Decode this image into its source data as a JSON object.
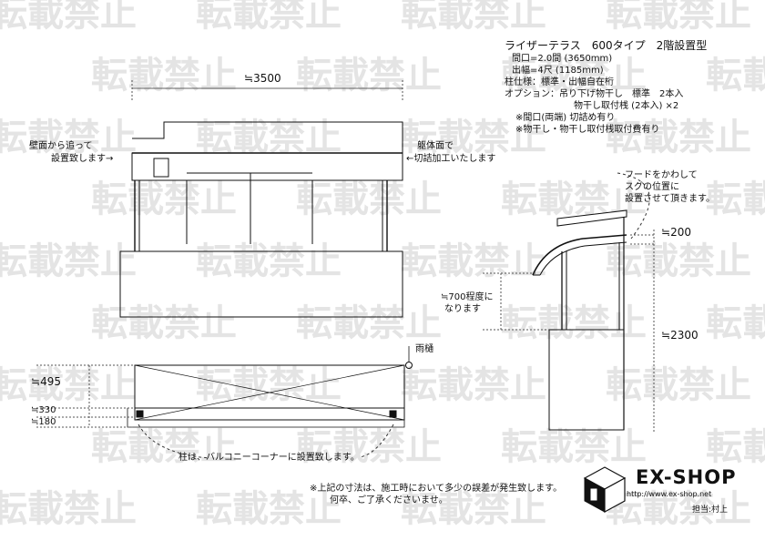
{
  "watermark": {
    "text": "転載禁止"
  },
  "spec": {
    "title": "ライザーテラス　600タイプ　2階設置型",
    "lines": [
      "間口=2.0間 (3650mm)",
      "出幅=4尺 (1185mm)",
      "柱仕様：標準・出幅自在桁",
      "オプション：吊り下げ物干し　標準　2本入",
      "物干し取付桟 (2本入) ×2",
      "※間口(両端) 切詰め有り",
      "※物干し・物干し取付桟取付費有り"
    ]
  },
  "front": {
    "width_dim": "≒3500",
    "left_note_1": "壁面から追って",
    "left_note_2": "設置致します→",
    "right_note_1": "躯体面で",
    "right_note_2": "←切詰加工いたします"
  },
  "plan": {
    "gutter": "雨樋",
    "dim_495": "≒495",
    "dim_330": "≒330",
    "dim_180": "≒180",
    "post_note": "柱は、バルコニーコーナーに設置致します。"
  },
  "side": {
    "hood_note_1": "フードをかわして",
    "hood_note_2": "スグの位置に",
    "hood_note_3": "設置させて頂きます。",
    "dim_200": "≒200",
    "dim_700_1": "≒700程度に",
    "dim_700_2": "なります",
    "dim_2300": "≒2300"
  },
  "footer": {
    "note_1": "※上記の寸法は、施工時において多少の誤差が発生致します。",
    "note_2": "何卒、ご了承くださいませ。",
    "logo": "EX-SHOP",
    "url": "http://www.ex-shop.net",
    "staff": "担当:村上"
  }
}
